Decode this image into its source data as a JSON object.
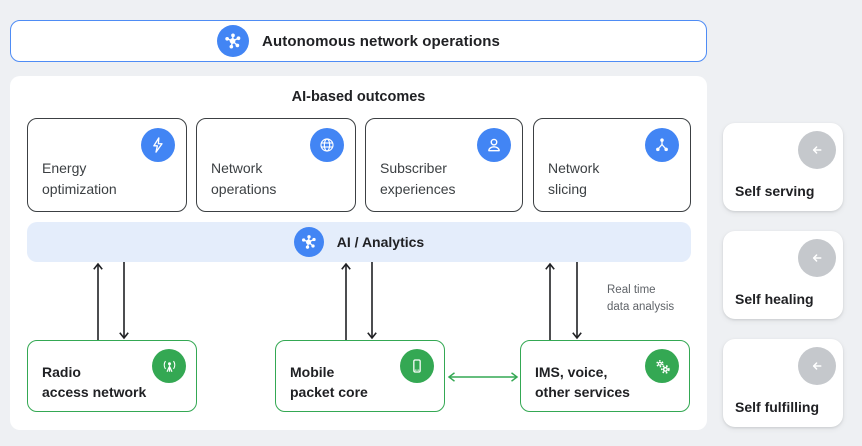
{
  "banner": {
    "label": "Autonomous network operations",
    "icon": "ai-spark-icon"
  },
  "panel": {
    "title": "AI-based outcomes",
    "outcome_cards": [
      {
        "lines": [
          "Energy",
          "optimization"
        ],
        "icon": "bolt-icon"
      },
      {
        "lines": [
          "Network",
          "operations"
        ],
        "icon": "globe-icon"
      },
      {
        "lines": [
          "Subscriber",
          "experiences"
        ],
        "icon": "person-icon"
      },
      {
        "lines": [
          "Network",
          "slicing"
        ],
        "icon": "network-nodes-icon"
      }
    ],
    "analytics_bar": {
      "label": "AI / Analytics",
      "icon": "ai-spark-icon"
    },
    "annotation": {
      "lines": [
        "Real time",
        "data analysis"
      ]
    },
    "network_boxes": [
      {
        "lines": [
          "Radio",
          "access network"
        ],
        "icon": "antenna-icon"
      },
      {
        "lines": [
          "Mobile",
          "packet core"
        ],
        "icon": "smartphone-icon"
      },
      {
        "lines": [
          "IMS, voice,",
          "other services"
        ],
        "icon": "gears-icon"
      }
    ]
  },
  "side_cards": [
    {
      "label": "Self serving",
      "icon": "arrow-left-icon"
    },
    {
      "label": "Self healing",
      "icon": "arrow-left-icon"
    },
    {
      "label": "Self fulfilling",
      "icon": "arrow-left-icon"
    }
  ],
  "colors": {
    "page_bg": "#eef0f3",
    "blue": "#4285f4",
    "banner_border": "#4e8cf5",
    "analytics_bar_bg": "#e4edfb",
    "green": "#34a853",
    "dark_border": "#3c4043",
    "text_dark": "#202124",
    "text_muted": "#5f6368",
    "gray_circle": "#c5c8cc",
    "arrow_black": "#202124"
  }
}
